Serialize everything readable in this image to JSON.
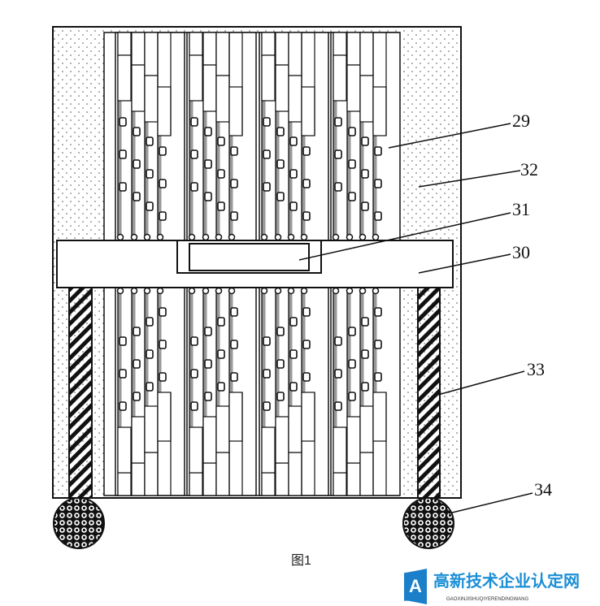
{
  "figure": {
    "caption": "图1",
    "labels": {
      "l29": "29",
      "l32": "32",
      "l31": "31",
      "l30": "30",
      "l33": "33",
      "l34": "34"
    },
    "module_count_top": 4,
    "module_count_bottom": 4
  },
  "watermark": {
    "mark": "A",
    "name_cn": "高新技术企业认定网",
    "name_en": "GAOXINJISHUQIYERENDINGWANG"
  }
}
